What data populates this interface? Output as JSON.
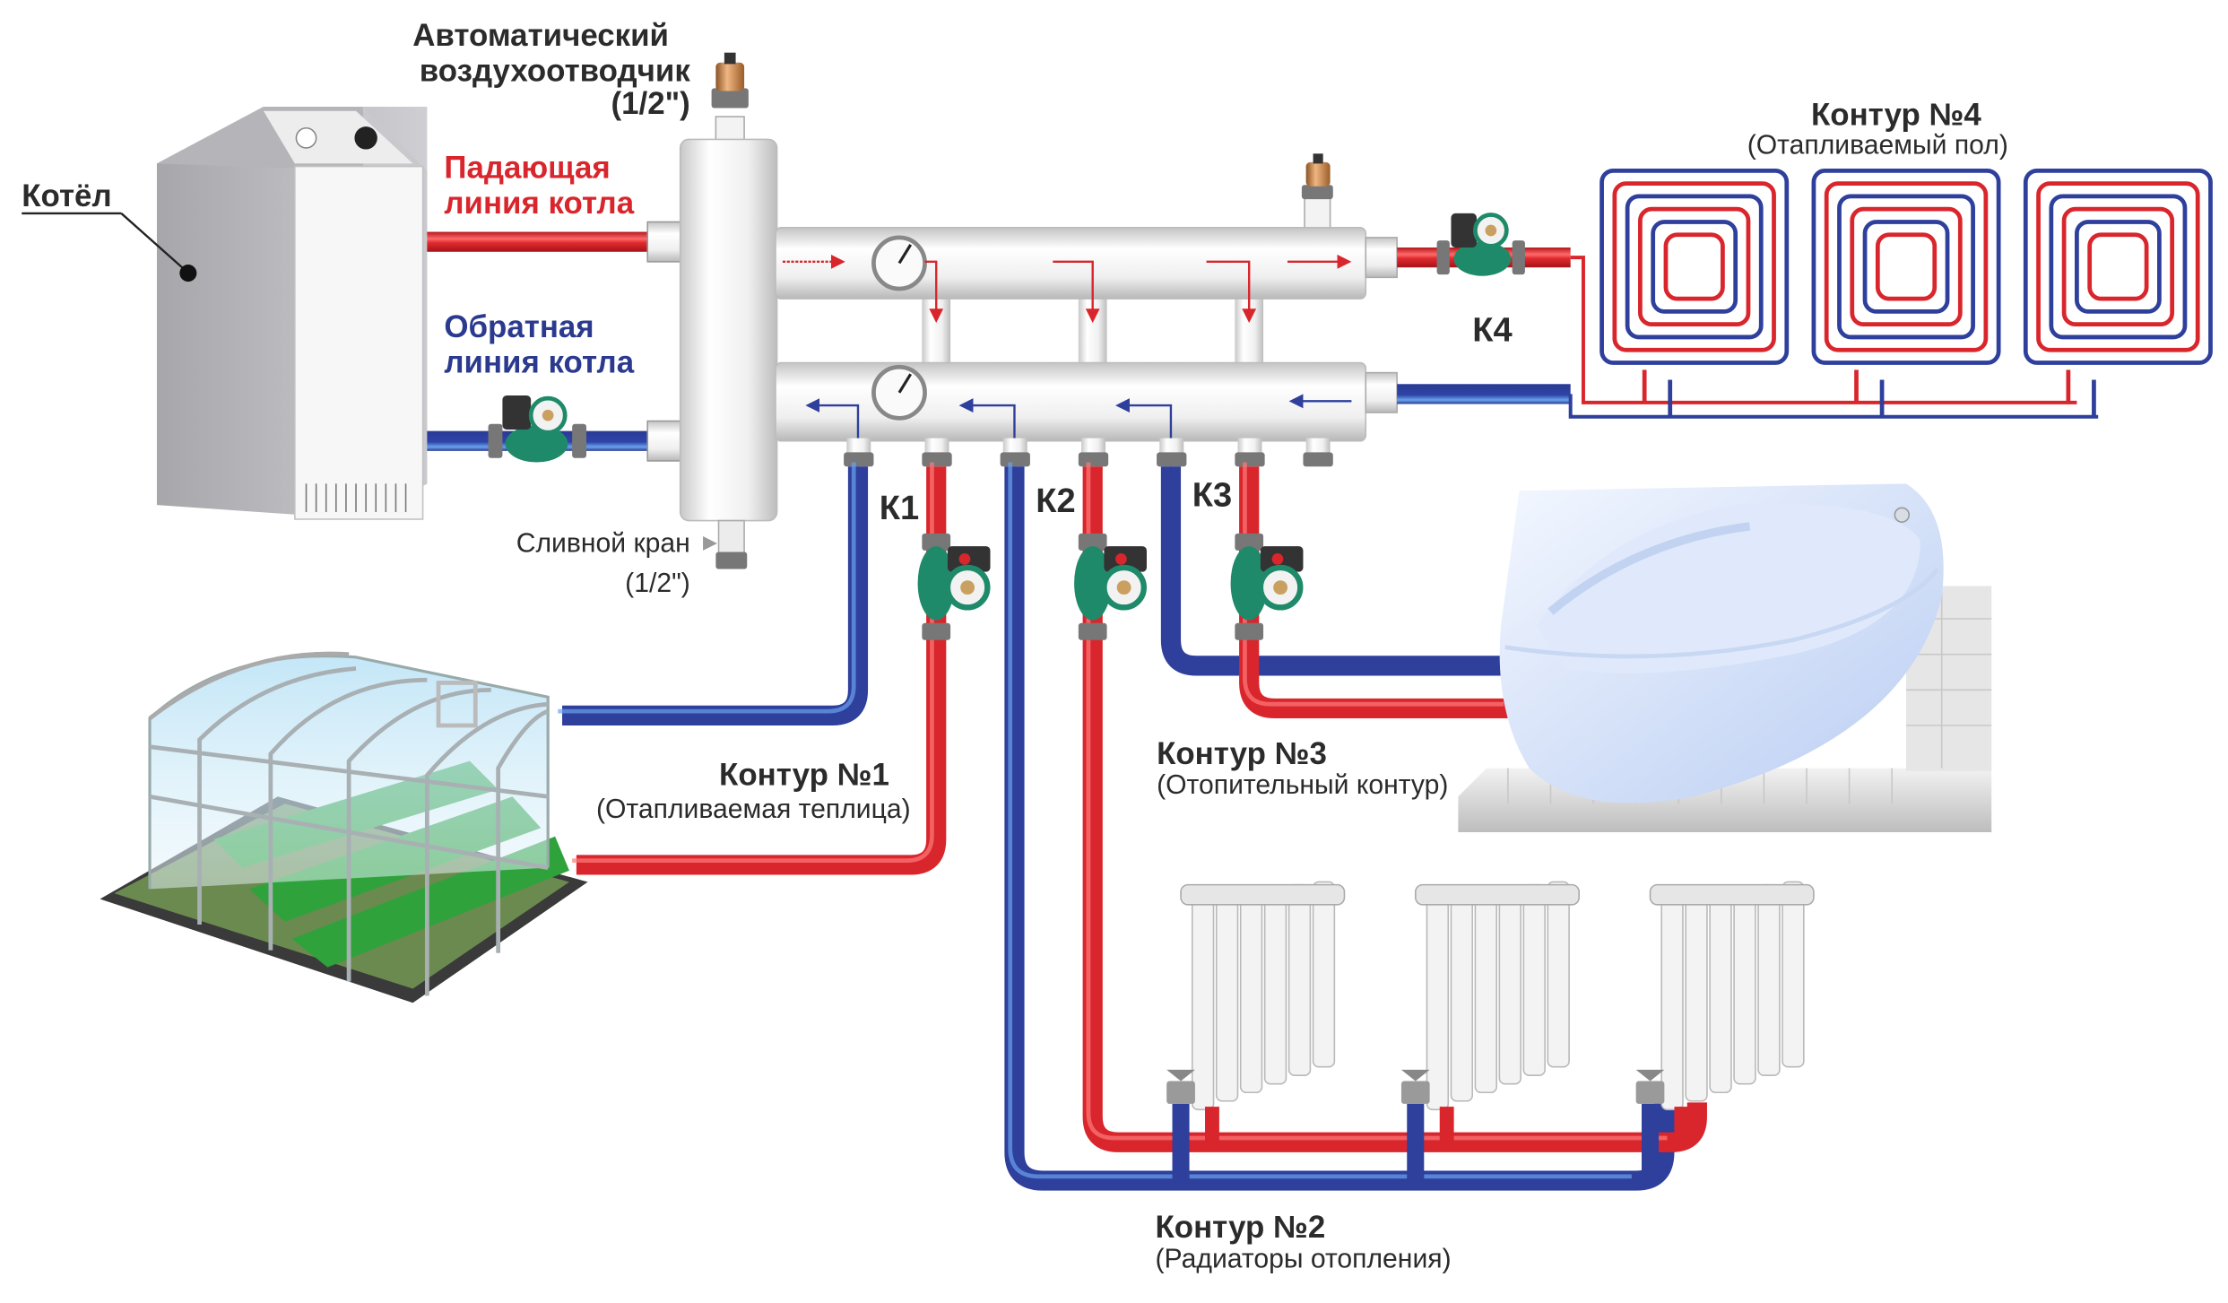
{
  "colors": {
    "supply": "#d8262c",
    "return": "#2e3f9c",
    "return_light": "#5a8ee0",
    "manifold": "#e4e4e4",
    "pump": "#1f8a6a",
    "brass": "#c98a4a",
    "text": "#2b2b2b"
  },
  "labels": {
    "boiler": "Котёл",
    "air_vent_line1": "Автоматический",
    "air_vent_line2": "воздухоотводчик",
    "air_vent_size": "(1/2\")",
    "supply_line1": "Падающая",
    "supply_line2": "линия котла",
    "return_line1": "Обратная",
    "return_line2": "линия котла",
    "drain_valve": "Сливной кран",
    "drain_valve_size": "(1/2\")"
  },
  "circuits": [
    {
      "pump_label": "К1",
      "title": "Контур №1",
      "subtitle": "(Отапливаемая теплица)",
      "consumer": "greenhouse"
    },
    {
      "pump_label": "К2",
      "title": "Контур №2",
      "subtitle": "(Радиаторы отопления)",
      "consumer": "radiators"
    },
    {
      "pump_label": "К3",
      "title": "Контур №3",
      "subtitle": "(Отопительный контур)",
      "consumer": "bathtub"
    },
    {
      "pump_label": "К4",
      "title": "Контур №4",
      "subtitle": "(Отапливаемый пол)",
      "consumer": "underfloor-heating"
    }
  ]
}
